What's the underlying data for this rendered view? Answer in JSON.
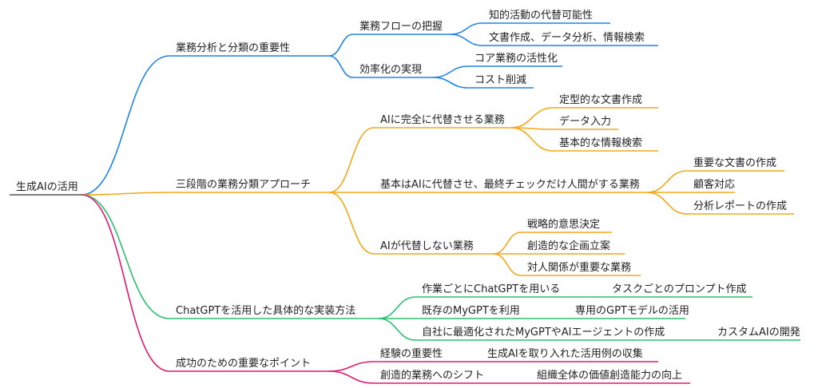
{
  "root": {
    "label": "生成AIの活用"
  },
  "colors": {
    "blue": "#1f83e8",
    "orange": "#f2a818",
    "green": "#2bbf6e",
    "pink": "#e0196e"
  },
  "branches": [
    {
      "label": "業務分析と分類の重要性",
      "color": "blue",
      "children": [
        {
          "label": "業務フローの把握",
          "children": [
            {
              "label": "知的活動の代替可能性"
            },
            {
              "label": "文書作成、データ分析、情報検索"
            }
          ]
        },
        {
          "label": "効率化の実現",
          "children": [
            {
              "label": "コア業務の活性化"
            },
            {
              "label": "コスト削減"
            }
          ]
        }
      ]
    },
    {
      "label": "三段階の業務分類アプローチ",
      "color": "orange",
      "children": [
        {
          "label": "AIに完全に代替させる業務",
          "children": [
            {
              "label": "定型的な文書作成"
            },
            {
              "label": "データ入力"
            },
            {
              "label": "基本的な情報検索"
            }
          ]
        },
        {
          "label": "基本はAIに代替させ、最終チェックだけ人間がする業務",
          "children": [
            {
              "label": "重要な文書の作成"
            },
            {
              "label": "顧客対応"
            },
            {
              "label": "分析レポートの作成"
            }
          ]
        },
        {
          "label": "AIが代替しない業務",
          "children": [
            {
              "label": "戦略的意思決定"
            },
            {
              "label": "創造的な企画立案"
            },
            {
              "label": "対人関係が重要な業務"
            }
          ]
        }
      ]
    },
    {
      "label": "ChatGPTを活用した具体的な実装方法",
      "color": "green",
      "children": [
        {
          "label": "作業ごとにChatGPTを用いる",
          "children": [
            {
              "label": "タスクごとのプロンプト作成"
            }
          ]
        },
        {
          "label": "既存のMyGPTを利用",
          "children": [
            {
              "label": "専用のGPTモデルの活用"
            }
          ]
        },
        {
          "label": "自社に最適化されたMyGPTやAIエージェントの作成",
          "children": [
            {
              "label": "カスタムAIの開発"
            }
          ]
        }
      ]
    },
    {
      "label": "成功のための重要なポイント",
      "color": "pink",
      "children": [
        {
          "label": "経験の重要性",
          "children": [
            {
              "label": "生成AIを取り入れた活用例の収集"
            }
          ]
        },
        {
          "label": "創造的業務へのシフト",
          "children": [
            {
              "label": "組織全体の価値創造能力の向上"
            }
          ]
        }
      ]
    }
  ]
}
